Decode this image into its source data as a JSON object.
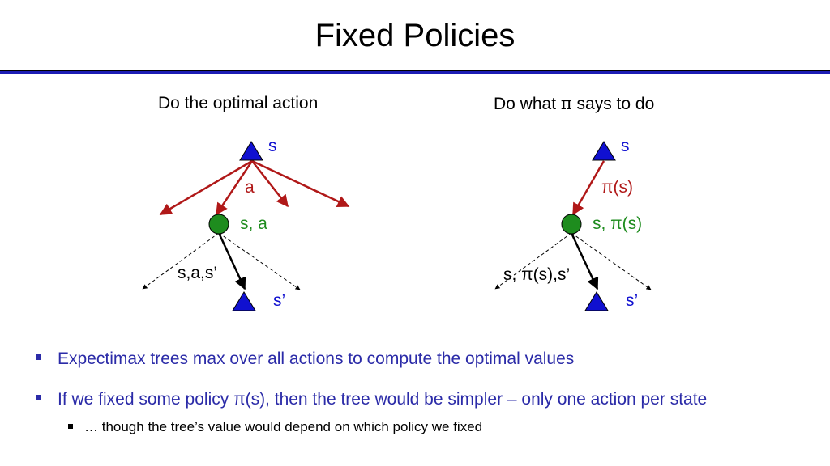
{
  "slide": {
    "title": "Fixed Policies",
    "left_heading": "Do the optimal action",
    "right_heading_prefix": "Do what ",
    "right_heading_pi": "π",
    "right_heading_suffix": " says to do"
  },
  "left_tree": {
    "root_label": "s",
    "action_label": "a",
    "chance_label": "s, a",
    "transition_label": "s,a,s’",
    "leaf_label": "s’"
  },
  "right_tree": {
    "root_label": "s",
    "action_label": "π(s)",
    "chance_label": "s, π(s)",
    "transition_label": "s, π(s),s’",
    "leaf_label": "s’"
  },
  "bullets": [
    {
      "text": "Expectimax trees max over all actions to compute the optimal values"
    },
    {
      "text": "If we fixed some policy π(s), then the tree would be simpler – only one action per state"
    }
  ],
  "sub_bullet": {
    "text": "… though the tree’s value would depend on which policy we fixed"
  },
  "colors": {
    "state_node": "#1010d0",
    "chance_node": "#1e8c1e",
    "action_arrow": "#b01818",
    "bullet_text": "#2b2ba8",
    "rule": "#1c1cb4"
  }
}
